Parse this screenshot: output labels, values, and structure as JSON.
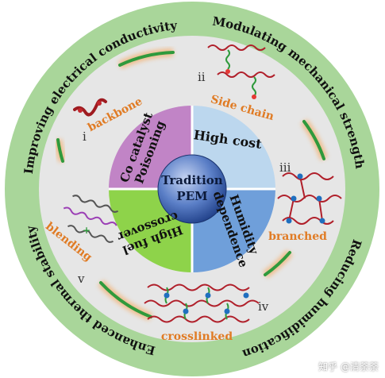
{
  "center": {
    "line1": "Tradition",
    "line2": "PEM"
  },
  "quadrants": [
    {
      "line1": "High cost",
      "line2": "",
      "color": "#bcd7ee"
    },
    {
      "line1": "Humidity",
      "line2": "dependence",
      "color": "#6f9fda"
    },
    {
      "line1": "High fuel",
      "line2": "crossover",
      "color": "#8ed34a"
    },
    {
      "line1": "Co catalyst",
      "line2": "Poisoning",
      "color": "#c184c6"
    }
  ],
  "outer_labels": {
    "top_left": "Improving electrical conductivity",
    "top_right": "Modulating mechanical strength",
    "right": "Reducing humidification",
    "bottom_left": "Enhanced thermal stability"
  },
  "strategies": [
    {
      "numeral": "i",
      "label": "backbone"
    },
    {
      "numeral": "ii",
      "label": "Side chain"
    },
    {
      "numeral": "iii",
      "label": "branched"
    },
    {
      "numeral": "iv",
      "label": "crosslinked"
    },
    {
      "numeral": "v",
      "label": "blending"
    }
  ],
  "watermark": "知乎 @清荼荼",
  "colors": {
    "outer_ring": "#a9d69a",
    "inner_ring": "#e6e6e6",
    "label_orange": "#e07b24",
    "arrow_green": "#2f9a3c"
  }
}
